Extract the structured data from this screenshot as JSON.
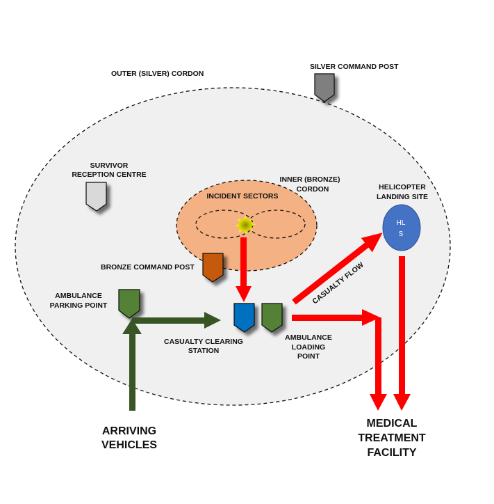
{
  "diagram": {
    "title_labels": {
      "outer_cordon": "OUTER (SILVER) CORDON",
      "silver_command_post": "SILVER COMMAND POST",
      "survivor_reception": [
        "SURVIVOR",
        "RECEPTION CENTRE"
      ],
      "inner_cordon": [
        "INNER (BRONZE)",
        "CORDON"
      ],
      "incident_sectors": "INCIDENT SECTORS",
      "helicopter_landing": [
        "HELICOPTER",
        "LANDING SITE"
      ],
      "hls_marker": [
        "HL",
        "S"
      ],
      "bronze_command_post": "BRONZE COMMAND POST",
      "ambulance_parking": [
        "AMBULANCE",
        "PARKING POINT"
      ],
      "casualty_clearing": [
        "CASUALTY CLEARING",
        "STATION"
      ],
      "ambulance_loading": [
        "AMBULANCE",
        "LOADING",
        "POINT"
      ],
      "casualty_flow": "CASUALTY FLOW",
      "arriving_vehicles": [
        "ARRIVING",
        "VEHICLES"
      ],
      "medical_facility": [
        "MEDICAL",
        "TREATMENT",
        "FACILITY"
      ]
    },
    "colors": {
      "outer_fill": "#f0f0f0",
      "inner_fill": "#f4b183",
      "silver_post": "#7f7f7f",
      "survivor_post": "#d9d9d9",
      "bronze_post": "#c55a11",
      "ambulance_green": "#538135",
      "ccs_blue": "#0070c0",
      "hls_blue": "#4472c4",
      "vehicle_arrow": "#375623",
      "casualty_arrow": "#ff0000",
      "incident_star": "#e5e500"
    }
  }
}
